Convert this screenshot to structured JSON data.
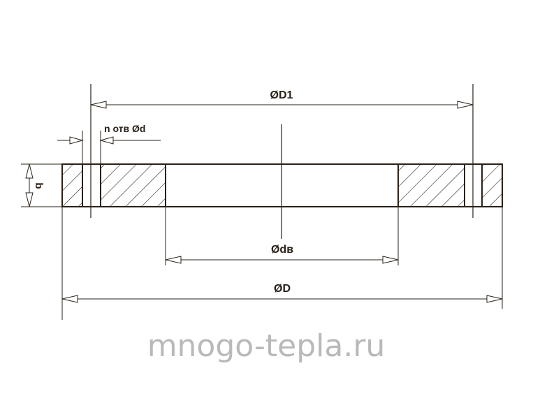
{
  "drawing": {
    "labels": {
      "d1": "ØD1",
      "holes": "n отв Ød",
      "thickness": "b",
      "dv": "Ødв",
      "d": "ØD"
    },
    "line_color": "#2a2118"
  },
  "watermark": {
    "text": "mnogo-tepla.ru",
    "color": "#b9b9b9"
  }
}
